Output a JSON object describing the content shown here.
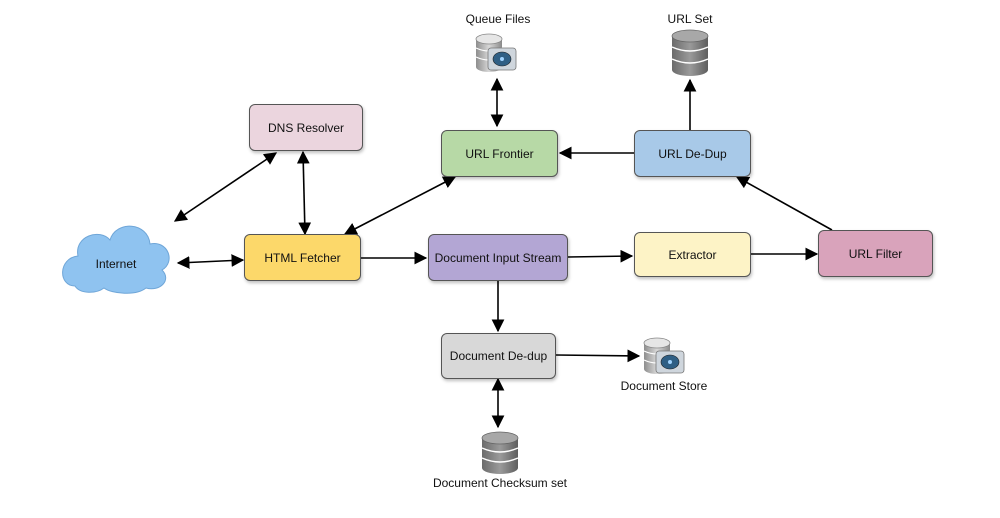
{
  "nodes": {
    "dns_resolver": {
      "label": "DNS Resolver",
      "color": "#ebd5de"
    },
    "url_frontier": {
      "label": "URL Frontier",
      "color": "#b7d9a6"
    },
    "url_dedup": {
      "label": "URL De-Dup",
      "color": "#a8c9e8"
    },
    "html_fetcher": {
      "label": "HTML Fetcher",
      "color": "#fcd86a"
    },
    "document_input_stream": {
      "label": "Document Input Stream",
      "color": "#b3a6d4"
    },
    "extractor": {
      "label": "Extractor",
      "color": "#fdf3c6"
    },
    "url_filter": {
      "label": "URL Filter",
      "color": "#d9a3bb"
    },
    "document_dedup": {
      "label": "Document De-dup",
      "color": "#d8d8d8"
    },
    "internet": {
      "label": "Internet",
      "color": "#8fc3f0"
    }
  },
  "stores": {
    "queue_files": {
      "label": "Queue Files",
      "icon": "database-disk-icon"
    },
    "url_set": {
      "label": "URL Set",
      "icon": "database-icon"
    },
    "document_store": {
      "label": "Document Store",
      "icon": "database-disk-icon"
    },
    "document_checksum_set": {
      "label": "Document Checksum set",
      "icon": "database-icon"
    }
  }
}
